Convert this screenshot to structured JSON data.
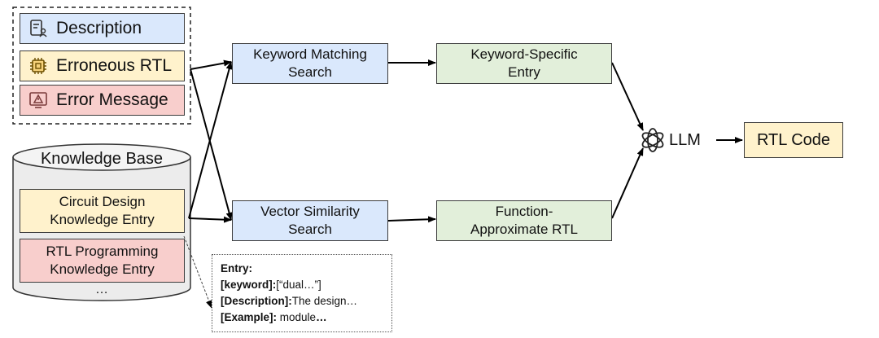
{
  "inputs": {
    "description": "Description",
    "erroneous_rtl": "Erroneous RTL",
    "error_message": "Error Message"
  },
  "knowledge_base": {
    "title": "Knowledge Base",
    "entry1": [
      "Circuit Design",
      "Knowledge Entry"
    ],
    "entry2": [
      "RTL Programming",
      "Knowledge Entry"
    ],
    "ellipsis": "…"
  },
  "search": {
    "keyword": [
      "Keyword Matching",
      "Search"
    ],
    "vector": [
      "Vector Similarity",
      "Search"
    ]
  },
  "results": {
    "keyword": [
      "Keyword-Specific",
      "Entry"
    ],
    "vector": [
      "Function-",
      "Approximate RTL"
    ]
  },
  "llm": {
    "label": "LLM"
  },
  "output": {
    "label": "RTL Code"
  },
  "entry_example": {
    "title": "Entry:",
    "keyword_label": "[keyword]:",
    "keyword_value": "[“dual…”]",
    "description_label": "[Description]:",
    "description_value": "The design…",
    "example_label": "[Example]:",
    "example_value": " module",
    "example_tail": "…"
  },
  "colors": {
    "blue": "#dae8fc",
    "yellow": "#fff2cc",
    "red": "#f8cecc",
    "green": "#e2efda",
    "stroke": "#3c3c3c"
  }
}
